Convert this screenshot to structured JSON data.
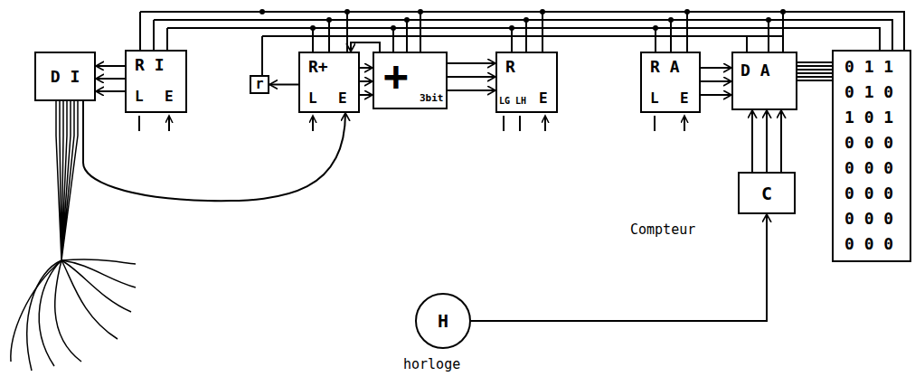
{
  "diagram": {
    "nodes": [
      {
        "text": [
          "D I"
        ]
      },
      {
        "text": [
          "R I",
          "L",
          "E"
        ]
      },
      {
        "text": [
          "r"
        ]
      },
      {
        "text": [
          "R+",
          "L",
          "E"
        ]
      },
      {
        "text": [
          "+",
          "3bit"
        ]
      },
      {
        "text": [
          "R",
          "LG",
          "LH",
          "E"
        ]
      },
      {
        "text": [
          "R A",
          "L",
          "E"
        ]
      },
      {
        "text": [
          "D A"
        ]
      },
      {
        "text": [
          "0 1 1",
          "0 1 0",
          "1 0 1",
          "0 0 0",
          "0 0 0",
          "0 0 0",
          "0 0 0",
          "0 0 0"
        ]
      },
      {
        "text": [
          "C"
        ]
      },
      {
        "text": [
          "H"
        ]
      }
    ],
    "edges": [
      {
        "from": 1,
        "to": 0,
        "arrow": "to"
      },
      {
        "from": 3,
        "to": 2,
        "arrow": "to"
      },
      {
        "from": 3,
        "to": 4,
        "arrow": "to"
      },
      {
        "from": 4,
        "to": 3,
        "arrow": "to"
      },
      {
        "from": 4,
        "to": 5,
        "arrow": "to"
      },
      {
        "from": 6,
        "to": 7,
        "arrow": "to"
      },
      {
        "from": 7,
        "to": 8,
        "arrow": "none"
      },
      {
        "from": 9,
        "to": 7,
        "arrow": "to"
      },
      {
        "from": 10,
        "to": 9,
        "arrow": "to"
      },
      {
        "from": 0,
        "to": 3,
        "arrow": "to"
      }
    ],
    "labels": [
      "Compteur",
      "horloge"
    ]
  }
}
